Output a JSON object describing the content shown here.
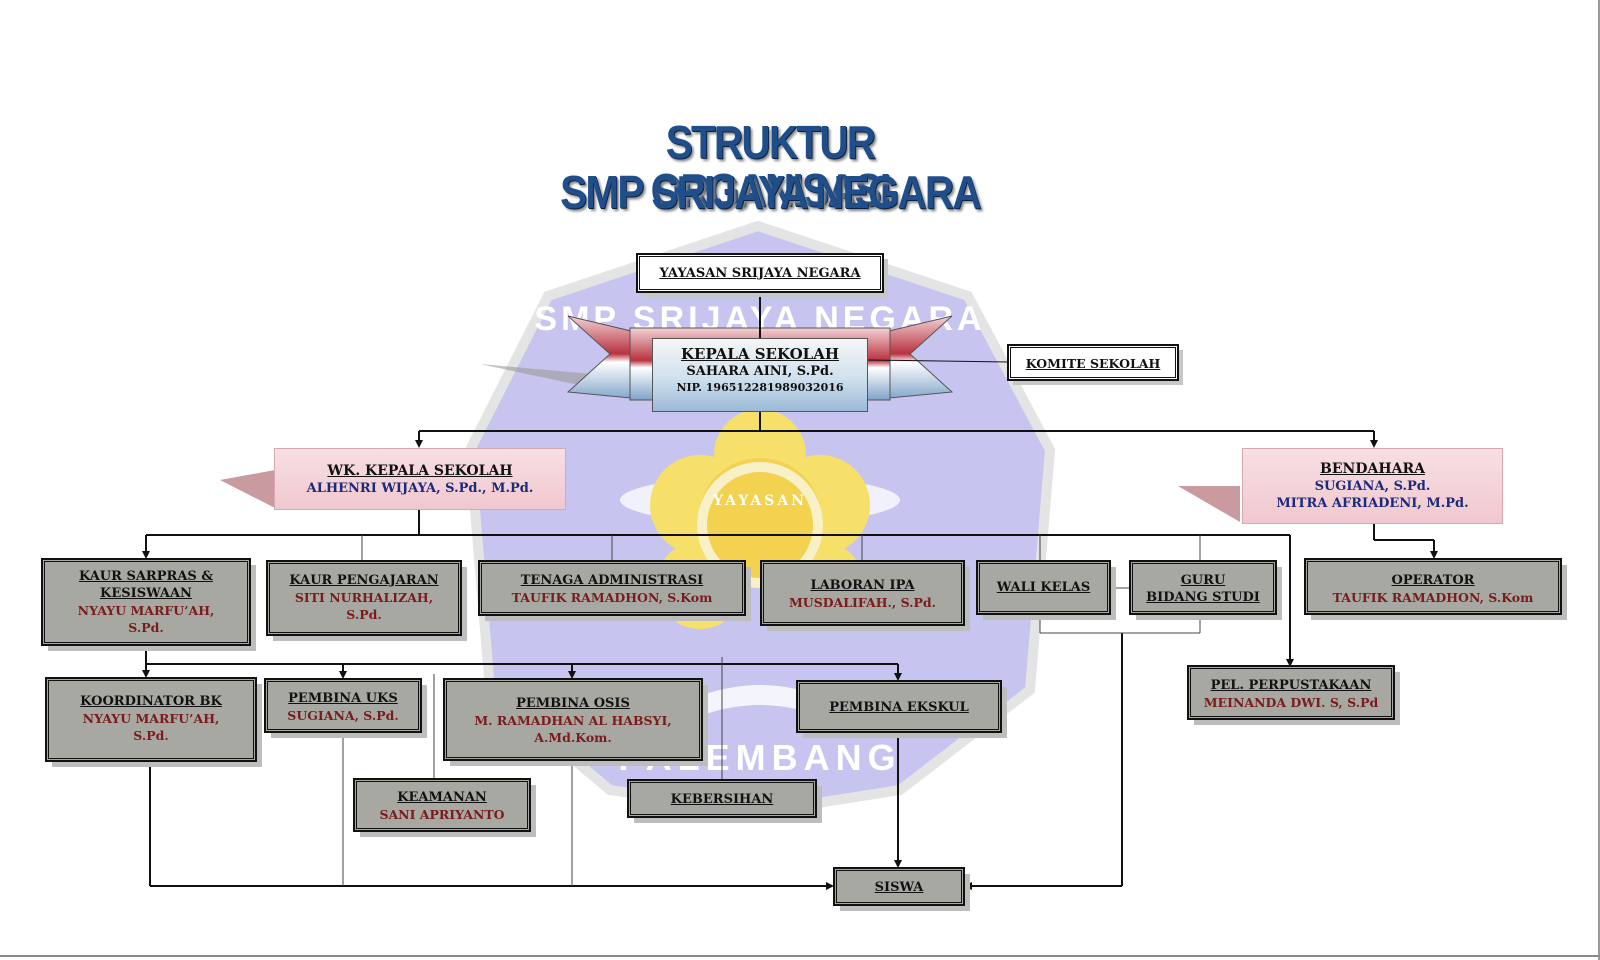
{
  "title": {
    "line1": "STRUKTUR ORGANISASI",
    "line2": "SMP SRIJAYA NEGARA"
  },
  "logo": {
    "arc_text": "SMP SRIJAYA NEGARA",
    "bottom_text": "PALEMBANG",
    "center_text": "YAYASAN"
  },
  "colors": {
    "title": "#1f4e8a",
    "box_fill": "#a8a8a3",
    "name_text": "#7a1c1c",
    "deputy_name_text": "#1c2a7a",
    "logo_fill": "#c7c5f0",
    "logo_flower": "#f6e06a"
  },
  "nodes": {
    "yayasan": {
      "title": "YAYASAN SRIJAYA NEGARA"
    },
    "kepala": {
      "title": "KEPALA SEKOLAH",
      "name": "SAHARA AINI, S.Pd.",
      "nip": "NIP. 196512281989032016"
    },
    "komite": {
      "title": "KOMITE SEKOLAH"
    },
    "wakil": {
      "title": "WK. KEPALA SEKOLAH",
      "name": "ALHENRI WIJAYA, S.Pd., M.Pd."
    },
    "bendahara": {
      "title": "BENDAHARA",
      "name1": "SUGIANA, S.Pd.",
      "name2": "MITRA AFRIADENI, M.Pd."
    },
    "kaur_sarpras": {
      "title1": "KAUR SARPRAS &",
      "title2": "KESISWAAN",
      "name1": "NYAYU MARFU’AH,",
      "name2": "S.Pd."
    },
    "kaur_pengajaran": {
      "title": "KAUR PENGAJARAN",
      "name1": "SITI NURHALIZAH,",
      "name2": "S.Pd."
    },
    "tenaga_admin": {
      "title": "TENAGA ADMINISTRASI",
      "name": "TAUFIK RAMADHON, S.Kom"
    },
    "laboran": {
      "title": "LABORAN IPA",
      "name": "MUSDALIFAH., S.Pd."
    },
    "wali_kelas": {
      "title": "WALI KELAS"
    },
    "guru": {
      "title1": "GURU",
      "title2": "BIDANG STUDI"
    },
    "operator": {
      "title": "OPERATOR",
      "name": "TAUFIK RAMADHON, S.Kom"
    },
    "koordinator_bk": {
      "title": "KOORDINATOR BK",
      "name1": "NYAYU MARFU’AH,",
      "name2": "S.Pd."
    },
    "pembina_uks": {
      "title": "PEMBINA UKS",
      "name": "SUGIANA, S.Pd."
    },
    "pembina_osis": {
      "title": "PEMBINA OSIS",
      "name1": "M. RAMADHAN AL HABSYI,",
      "name2": "A.Md.Kom."
    },
    "pembina_ekskul": {
      "title": "PEMBINA EKSKUL"
    },
    "perpustakaan": {
      "title": "PEL. PERPUSTAKAAN",
      "name": "MEINANDA DWI. S, S.Pd"
    },
    "keamanan": {
      "title": "KEAMANAN",
      "name": "SANI APRIYANTO"
    },
    "kebersihan": {
      "title": "KEBERSIHAN"
    },
    "siswa": {
      "title": "SISWA"
    }
  }
}
